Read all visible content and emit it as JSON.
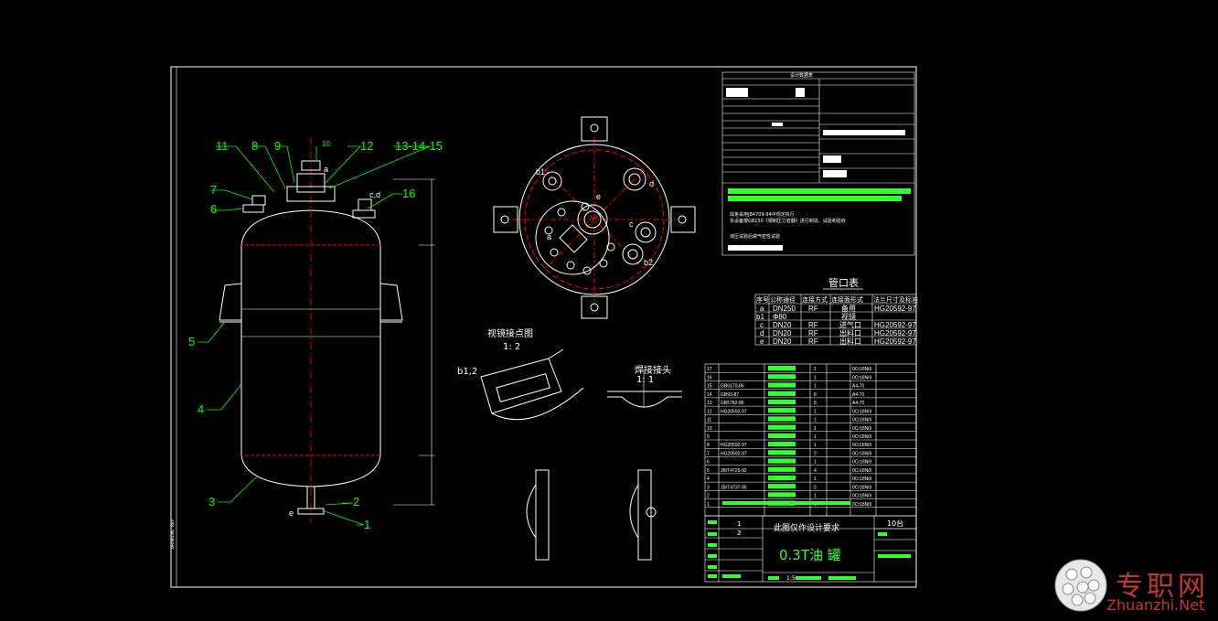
{
  "drawing": {
    "title": "0.3T油  罐",
    "note_design": "此图仅作设计要求",
    "scale": "1:5",
    "qty": "10台",
    "leader_numbers": [
      "11",
      "8",
      "9",
      "10",
      "12",
      "13-14-15",
      "7",
      "6",
      "16",
      "5",
      "4",
      "3",
      "2",
      "1"
    ],
    "nozzle_label_a": "a",
    "nozzle_label_cd": "c,d",
    "nozzle_label_e": "e",
    "top_view_labels": [
      "b1",
      "d",
      "e",
      "c",
      "a",
      "b2"
    ],
    "section_title_1": "视镜接点图",
    "section_scale_1": "1: 2",
    "section_label_b": "b1,2",
    "section_title_2": "焊接接头",
    "section_scale_2": "1: 1"
  },
  "nozzle_table": {
    "title": "管口表",
    "headers": [
      "序号",
      "公称通径",
      "连接方式",
      "连接面形式",
      "法兰尺寸及标准"
    ],
    "rows": [
      [
        "a",
        "DN250",
        "RF",
        "备用",
        "HG20592-97"
      ],
      [
        "b1",
        "Φ80",
        "",
        "视镜",
        ""
      ],
      [
        "c",
        "DN20",
        "RF",
        "进气口",
        "HG20592-97"
      ],
      [
        "d",
        "DN20",
        "RF",
        "出料口",
        "HG20592-97"
      ],
      [
        "e",
        "DN20",
        "RF",
        "出料口",
        "HG20592-97"
      ]
    ]
  },
  "tech_notes": {
    "title": "设计数据表",
    "line1": "本设备按GB150《钢制压力容器》进行制造、试验和验收",
    "line2": "焊条采用JB4709-94中规定执行",
    "line3": "液压试验后做气密性试验"
  },
  "bom": {
    "rows": [
      [
        "17",
        "",
        "",
        "1",
        "",
        "0Cr18Ni9"
      ],
      [
        "16",
        "",
        "",
        "1",
        "",
        "0Cr18Ni9"
      ],
      [
        "15",
        "GB6170-86",
        "",
        "1",
        "",
        "A4-70"
      ],
      [
        "14",
        "GB93-87",
        "",
        "8",
        "",
        "A4-70"
      ],
      [
        "13",
        "GB5782-86",
        "",
        "8",
        "",
        "A4-70"
      ],
      [
        "12",
        "HG20592-97",
        "",
        "1",
        "",
        "0Cr18Ni9"
      ],
      [
        "11",
        "",
        "",
        "1",
        "",
        "0Cr18Ni9"
      ],
      [
        "10",
        "",
        "",
        "1",
        "",
        "0Cr18Ni9"
      ],
      [
        "9",
        "",
        "",
        "1",
        "",
        "0Cr18Ni9"
      ],
      [
        "8",
        "HG20592-97",
        "",
        "1",
        "",
        "0Cr18Ni9"
      ],
      [
        "7",
        "HG20592-97",
        "",
        "2",
        "",
        "0Cr18Ni9"
      ],
      [
        "6",
        "",
        "",
        "1",
        "",
        "0Cr18Ni9"
      ],
      [
        "5",
        "JB/T4725-92",
        "",
        "4",
        "",
        "0Cr18Ni9"
      ],
      [
        "4",
        "",
        "",
        "1",
        "",
        "0Cr18Ni9"
      ],
      [
        "3",
        "JB/T4737-95",
        "",
        "2",
        "",
        "0Cr18Ni9"
      ],
      [
        "2",
        "",
        "",
        "1",
        "",
        "0Cr18Ni9"
      ],
      [
        "1",
        "",
        "",
        "1",
        "",
        "0Cr18Ni9"
      ]
    ]
  },
  "title_block": {
    "row1": "1",
    "row2": "2"
  },
  "watermark": {
    "cn": "专职网",
    "en": "Zhuanzhi.Net"
  },
  "colors": {
    "background": "#000000",
    "line": "#ffffff",
    "leader": "#00ff00",
    "centerline": "#ff0000",
    "highlight": "#33ff33",
    "watermark": "#c0392b"
  }
}
